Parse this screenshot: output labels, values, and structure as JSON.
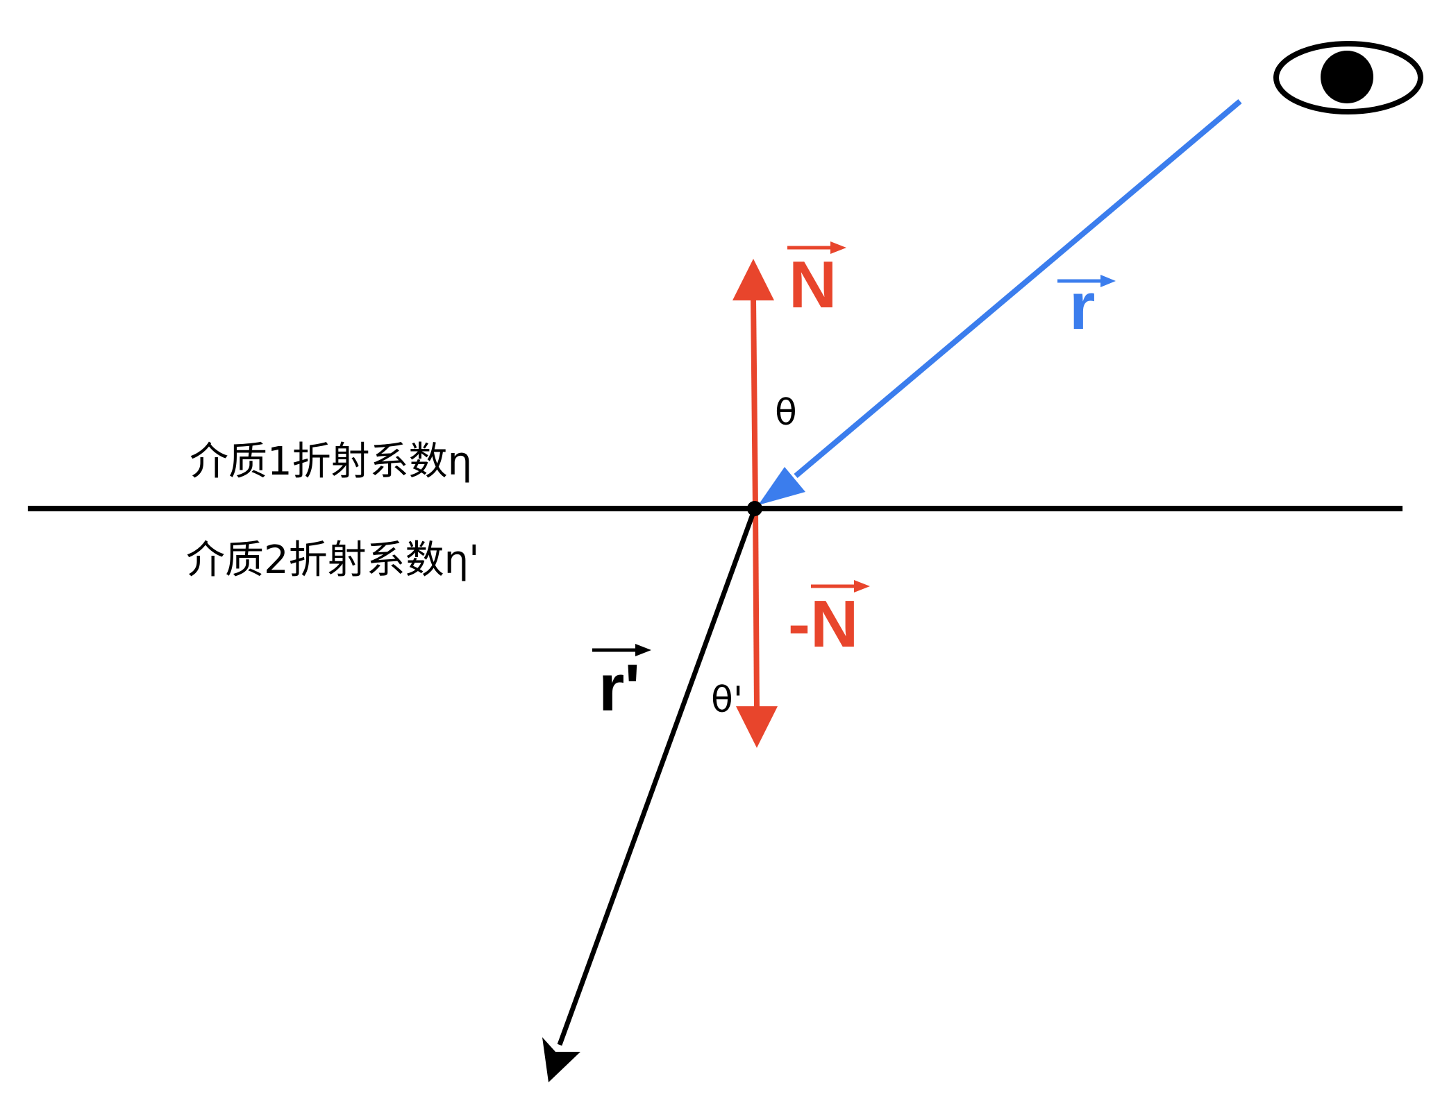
{
  "media": {
    "upper_label": "介质1折射系数η",
    "lower_label": "介质2折射系数η'"
  },
  "vectors": {
    "incident": {
      "label": "r",
      "color": "#3b7ded"
    },
    "normal": {
      "label": "N",
      "color": "#e8452c"
    },
    "negative_normal": {
      "label": "-N",
      "color": "#e8452c"
    },
    "refracted": {
      "label": "r'",
      "color": "#000000"
    }
  },
  "angles": {
    "incident_angle": "θ",
    "refracted_angle": "θ'"
  },
  "icons": {
    "viewer": "eye-icon"
  }
}
